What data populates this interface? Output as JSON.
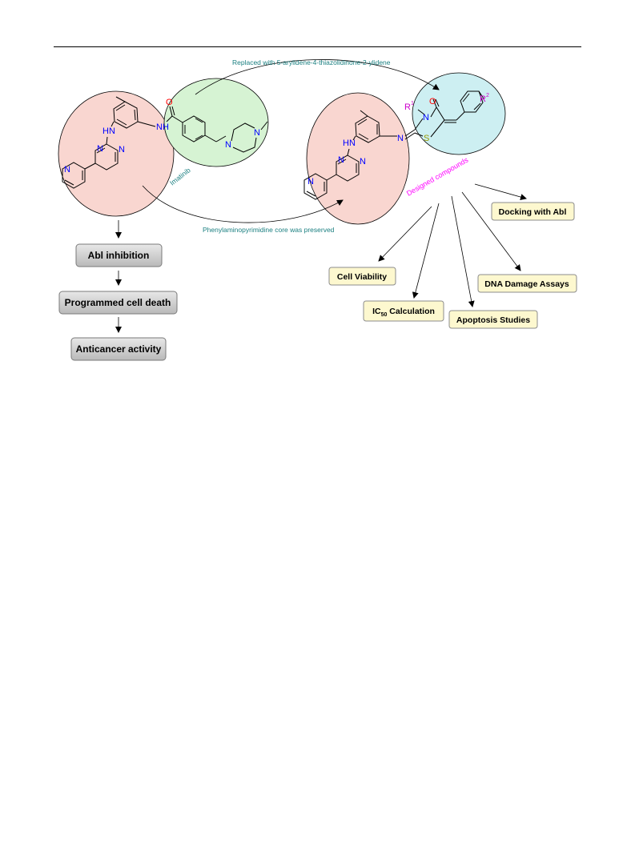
{
  "top_annotation": "Replaced with 5-arylidene-4-thiazolidinone-2-ylidene",
  "bottom_annotation": "Phenylaminopyrimidine core was preserved",
  "imatinib_label": "Imatinib",
  "designed_label": "Designed compounds",
  "atoms": {
    "nh_amine": "HN",
    "nh_amide": "NH",
    "n": "N",
    "o": "O",
    "s": "S",
    "r1": "R",
    "r1_sup": "1",
    "r2": "R",
    "r2_sup": "2"
  },
  "left_flow": [
    "Abl inhibition",
    "Programmed cell death",
    "Anticancer activity"
  ],
  "right_boxes": {
    "docking": "Docking with Abl",
    "cell_viability": "Cell Viability",
    "dna_damage": "DNA Damage Assays",
    "ic50_prefix": "IC",
    "ic50_sub": "50",
    "ic50_suffix": " Calculation",
    "apoptosis": "Apoptosis Studies"
  },
  "colors": {
    "red_ellipse": "#f9d6d0",
    "green_ellipse": "#d6f3d3",
    "cyan_ellipse": "#cdeff2",
    "annotation_text": "#1a7f80",
    "designed_text": "#ff00ff",
    "nitrogen": "#0000ff",
    "oxygen": "#ff0000",
    "sulfur": "#999900",
    "r_group": "#cc00cc"
  }
}
